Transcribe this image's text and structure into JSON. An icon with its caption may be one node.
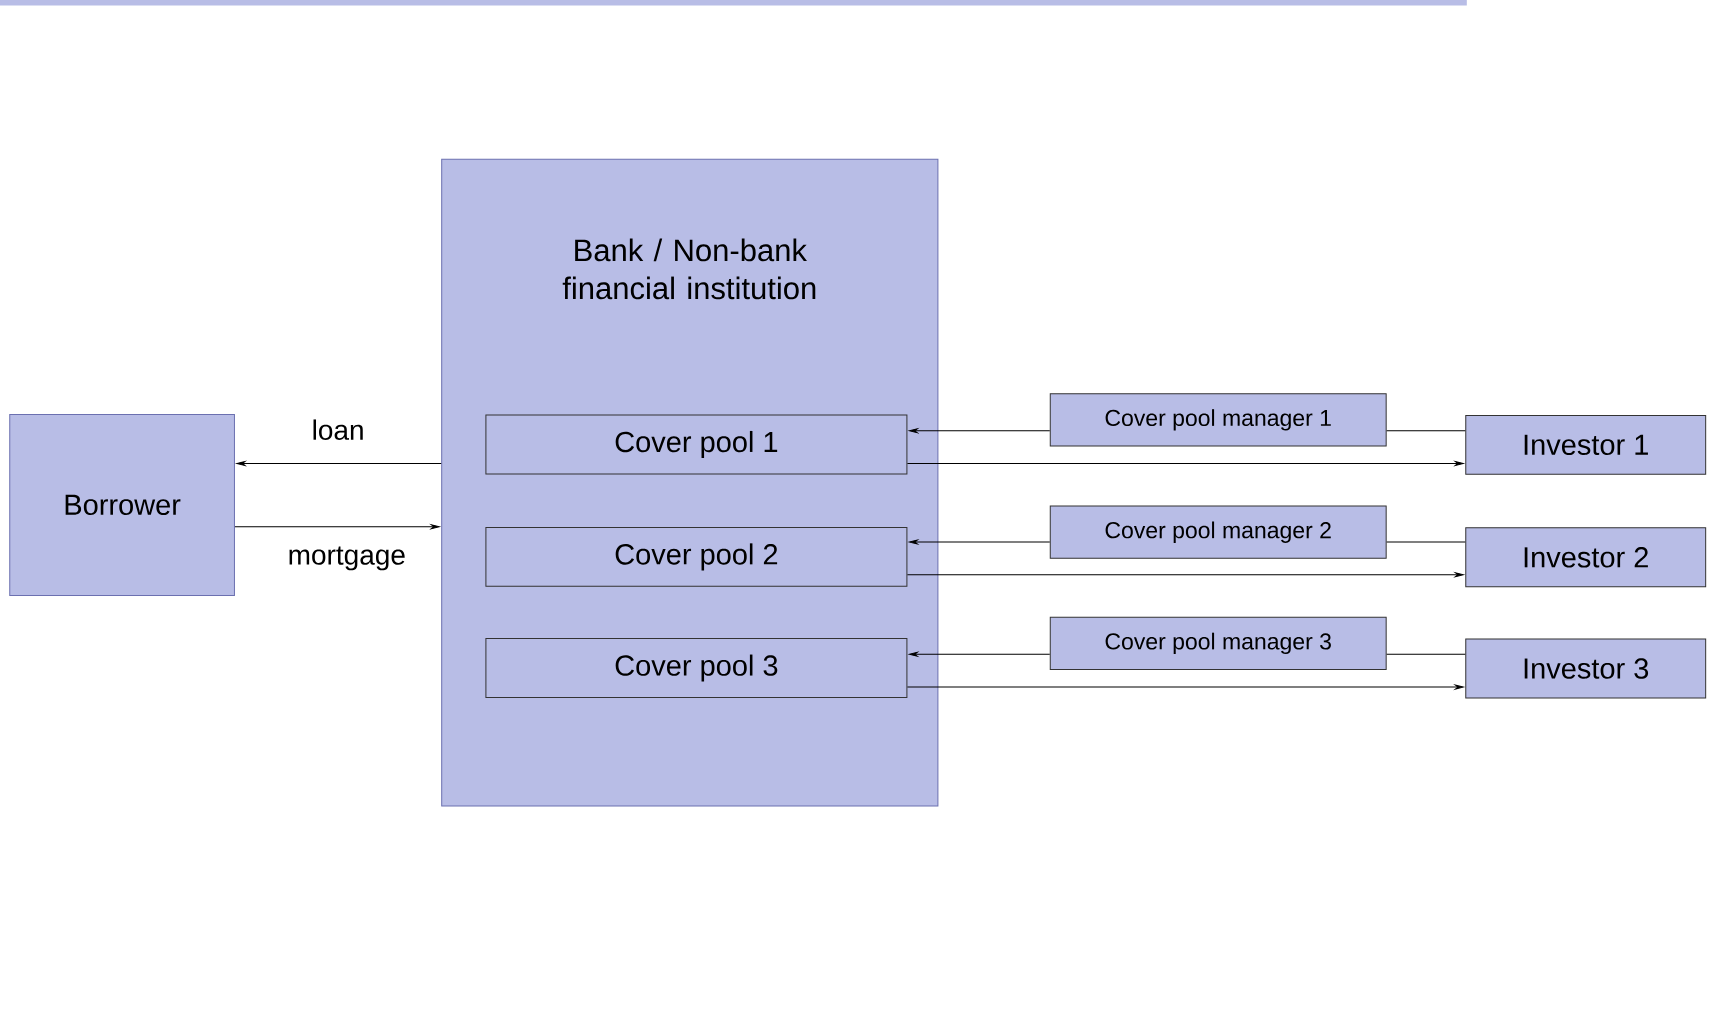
{
  "diagram": {
    "nodes": [
      {
        "text": [
          "Borrower"
        ]
      },
      {
        "text": [
          "Bank / Non-bank financial institution"
        ]
      },
      {
        "text": [
          "Cover pool 1"
        ],
        "in": 1
      },
      {
        "text": [
          "Cover pool 2"
        ],
        "in": 1
      },
      {
        "text": [
          "Cover pool 3"
        ],
        "in": 1
      },
      {
        "text": [
          "Cover pool manager 1"
        ]
      },
      {
        "text": [
          "Investor 1"
        ]
      },
      {
        "text": [
          "Cover pool manager 2"
        ]
      },
      {
        "text": [
          "Investor 2"
        ]
      },
      {
        "text": [
          "Cover pool manager 3"
        ]
      },
      {
        "text": [
          "Investor 3"
        ]
      }
    ],
    "edges": [
      {
        "from": 1,
        "to": 0,
        "arrow": "to",
        "label": "loan"
      },
      {
        "from": 0,
        "to": 1,
        "arrow": "to",
        "label": "mortgage"
      },
      {
        "from": 6,
        "to": 5,
        "arrow": "none"
      },
      {
        "from": 5,
        "to": 2,
        "arrow": "to"
      },
      {
        "from": 2,
        "to": 6,
        "arrow": "to"
      },
      {
        "from": 8,
        "to": 7,
        "arrow": "none"
      },
      {
        "from": 7,
        "to": 3,
        "arrow": "to"
      },
      {
        "from": 3,
        "to": 8,
        "arrow": "to"
      },
      {
        "from": 10,
        "to": 9,
        "arrow": "none"
      },
      {
        "from": 9,
        "to": 4,
        "arrow": "to"
      },
      {
        "from": 4,
        "to": 10,
        "arrow": "to"
      }
    ]
  }
}
